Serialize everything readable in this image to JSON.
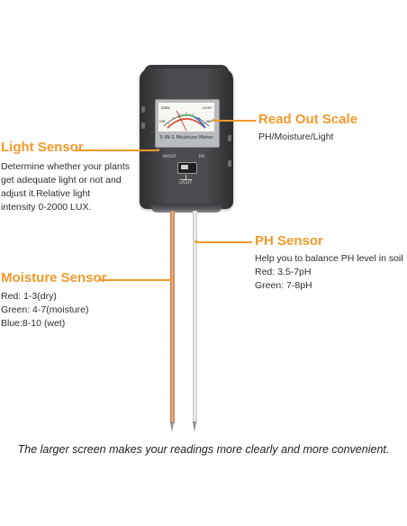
{
  "device": {
    "meter_label": "3-IN-1 Moisture Meter",
    "switch_left": "MOIST",
    "switch_right": "PH",
    "switch_bottom": "LIGHT",
    "scale_dark": "DARK",
    "scale_light": "LIGHT",
    "scale_dry": "DRY",
    "scale_wet": "WET"
  },
  "read_out": {
    "title": "Read Out Scale",
    "description": "PH/Moisture/Light"
  },
  "light_sensor": {
    "title": "Light Sensor",
    "lines": [
      "Determine whether your plants",
      "get adequate light or not and",
      "adjust it.Relative light",
      "intensity 0-2000 LUX."
    ]
  },
  "ph_sensor": {
    "title": "PH Sensor",
    "lines": [
      "Help you to balance PH level in soil",
      "Red: 3.5-7pH",
      "Green: 7-8pH"
    ]
  },
  "moisture_sensor": {
    "title": "Moisture Sensor",
    "lines": [
      "Red: 1-3(dry)",
      "Green: 4-7(moisture)",
      "Blue:8-10 (wet)"
    ]
  },
  "caption": "The larger screen makes your readings more clearly and more convenient.",
  "colors": {
    "accent": "#f39a2b",
    "device_body": "#4a4b4e",
    "copper_probe": "#e09a6c",
    "silver_probe": "#e8e9eb"
  }
}
